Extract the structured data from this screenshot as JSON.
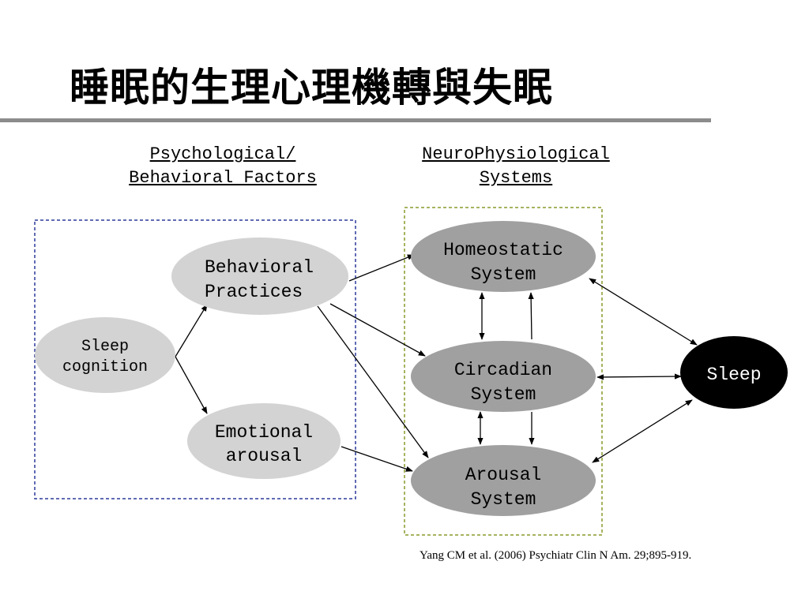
{
  "title": "睡眠的生理心理機轉與失眠",
  "headers": {
    "psychological": [
      "Psychological/",
      "Behavioral Factors"
    ],
    "neuro": [
      "NeuroPhysiological",
      "Systems"
    ]
  },
  "nodes": {
    "sleep_cognition": [
      "Sleep",
      "cognition"
    ],
    "behavioral_practices": [
      "Behavioral",
      "Practices"
    ],
    "emotional_arousal": [
      "Emotional",
      "arousal"
    ],
    "homeostatic_system": [
      "Homeostatic",
      "System"
    ],
    "circadian_system": [
      "Circadian",
      "System"
    ],
    "arousal_system": [
      "Arousal",
      "System"
    ],
    "sleep": [
      "Sleep"
    ]
  },
  "citation": "Yang CM et al. (2006) Psychiatr Clin N Am. 29;895-919.",
  "colors": {
    "psych_node": "#d3d3d3",
    "neuro_node": "#a0a0a0",
    "sleep_node": "#000000",
    "psych_box": "#2b3a9a",
    "neuro_box": "#8a9a2a",
    "title_rule": "#8c8c8c"
  }
}
